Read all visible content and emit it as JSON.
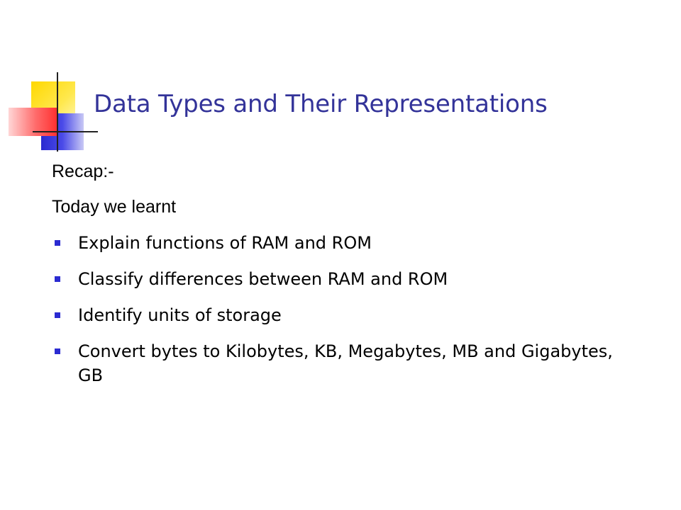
{
  "slide": {
    "title": "Data Types and Their Representations",
    "title_color": "#333399",
    "recap_label": "Recap:-",
    "intro_line": "Today we learnt",
    "bullet_color": "#2b2bd1",
    "bullets": [
      "Explain functions of RAM and ROM",
      "Classify differences between RAM and ROM",
      "Identify units of storage",
      "Convert bytes to Kilobytes, KB, Megabytes, MB and Gigabytes, GB"
    ]
  }
}
